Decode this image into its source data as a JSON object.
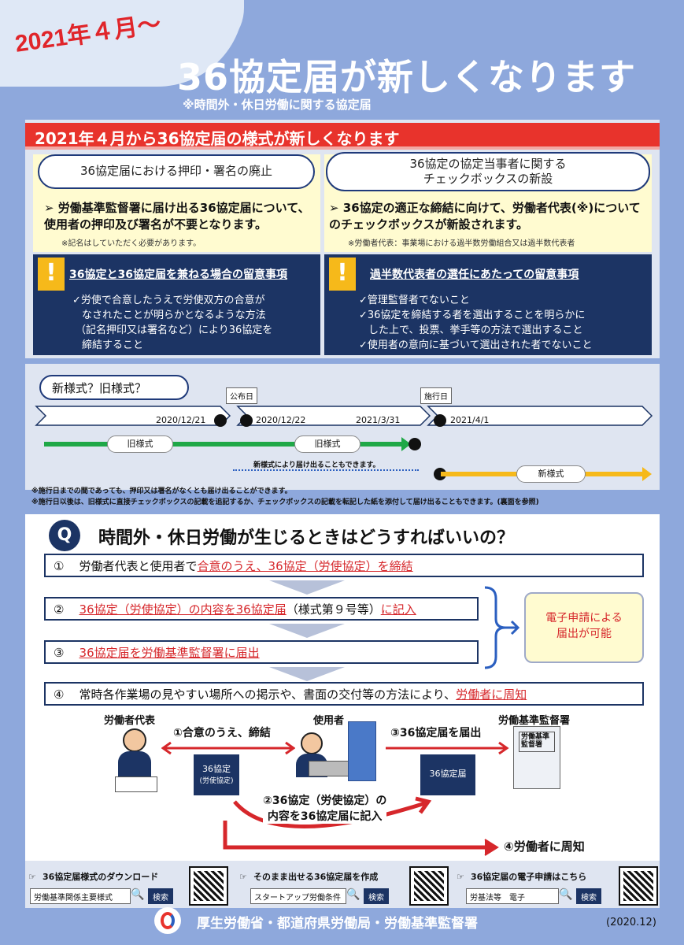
{
  "header": {
    "date_tag": "2021年４月〜",
    "title": "36協定届が新しくなります",
    "subtitle": "※時間外・休日労働に関する協定届"
  },
  "section1": {
    "banner": "2021年４月から36協定届の様式が新しくなります",
    "left": {
      "pill": "36協定届における押印・署名の廃止",
      "bullet": "労働基準監督署に届け出る36協定届について、使用者の押印及び署名が不要となります。",
      "note": "※記名はしていただく必要があります。"
    },
    "right": {
      "pill_line1": "36協定の協定当事者に関する",
      "pill_line2": "チェックボックスの新設",
      "bullet": "36協定の適正な締結に向けて、労働者代表(※)についてのチェックボックスが新設されます。",
      "note": "※労働者代表：事業場における過半数労働組合又は過半数代表者"
    },
    "caution_left": {
      "heading": "36協定と36協定届を兼ねる場合の留意事項",
      "body_1": "✓労使で合意したうえで労使双方の合意が",
      "body_2": "なされたことが明らかとなるような方法",
      "body_3": "（記名押印又は署名など）により36協定を",
      "body_4": "締結すること"
    },
    "caution_right": {
      "heading": "過半数代表者の選任にあたっての留意事項",
      "body_1": "✓管理監督者でないこと",
      "body_2": "✓36協定を締結する者を選出することを明らかに",
      "body_3": "した上で、投票、挙手等の方法で選出すること",
      "body_4": "✓使用者の意向に基づいて選出された者でないこと"
    }
  },
  "timeline": {
    "title": "新様式？旧様式？",
    "label_publish": "公布日",
    "label_effective": "施行日",
    "date1": "2020/12/21",
    "date2": "2020/12/22",
    "date3": "2021/3/31",
    "date4": "2021/4/1",
    "old1": "旧様式",
    "old2": "旧様式",
    "dotted_note": "新様式により届け出ることもできます。",
    "new": "新様式",
    "note1": "※施行日までの間であっても、押印又は署名がなくとも届け出ることができます。",
    "note2": "※施行日以後は、旧様式に直接チェックボックスの記載を追記するか、チェックボックスの記載を転記した紙を添付して届け出ることもできます。(裏面を参照)"
  },
  "qa": {
    "q": "Q",
    "question": "時間外・休日労働が生じるときはどうすればいいの？",
    "step1_num": "①",
    "step1_a": "労働者代表と使用者で",
    "step1_b": "合意のうえ、36協定（労使協定）を締結",
    "step2_num": "②",
    "step2_a": "36協定（労使協定）の内容を36協定届",
    "step2_b": "（様式第９号等）",
    "step2_c": "に記入",
    "step3_num": "③",
    "step3_a": "36協定届を労働基準監督署に届出",
    "step4_num": "④",
    "step4_a": "常時各作業場の見やすい場所への掲示や、書面の交付等の方法により、",
    "step4_b": "労働者に周知",
    "e_apply_1": "電子申請による",
    "e_apply_2": "届出が可能"
  },
  "figure": {
    "worker_rep": "労働者代表",
    "employer": "使用者",
    "office": "労働基準監督署",
    "sign_label_1": "労働基準",
    "sign_label_2": "監督署",
    "agree": "①合意のうえ、締結",
    "submit": "③36協定届を届出",
    "doc1_line1": "36協定",
    "doc1_line2": "(労使協定)",
    "doc2": "36協定届",
    "fill_1": "②36協定（労使協定）の",
    "fill_2": "内容を36協定届に記入",
    "notify": "④労働者に周知"
  },
  "downloads": [
    {
      "label": "36協定届様式のダウンロード",
      "field": "労働基準関係主要様式",
      "button": "検索"
    },
    {
      "label": "そのまま出せる36協定届を作成",
      "field": "スタートアップ労働条件",
      "button": "検索"
    },
    {
      "label": "36協定届の電子申請はこちら",
      "field": "労基法等　電子",
      "button": "検索"
    }
  ],
  "footer": {
    "org": "厚生労働省・都道府県労働局・労働基準監督署",
    "edition": "(2020.12)"
  },
  "colors": {
    "background": "#8ea8dc",
    "red": "#e8332c",
    "navy": "#1c3464",
    "yellow": "#f6b91a",
    "green": "#1fa847"
  }
}
